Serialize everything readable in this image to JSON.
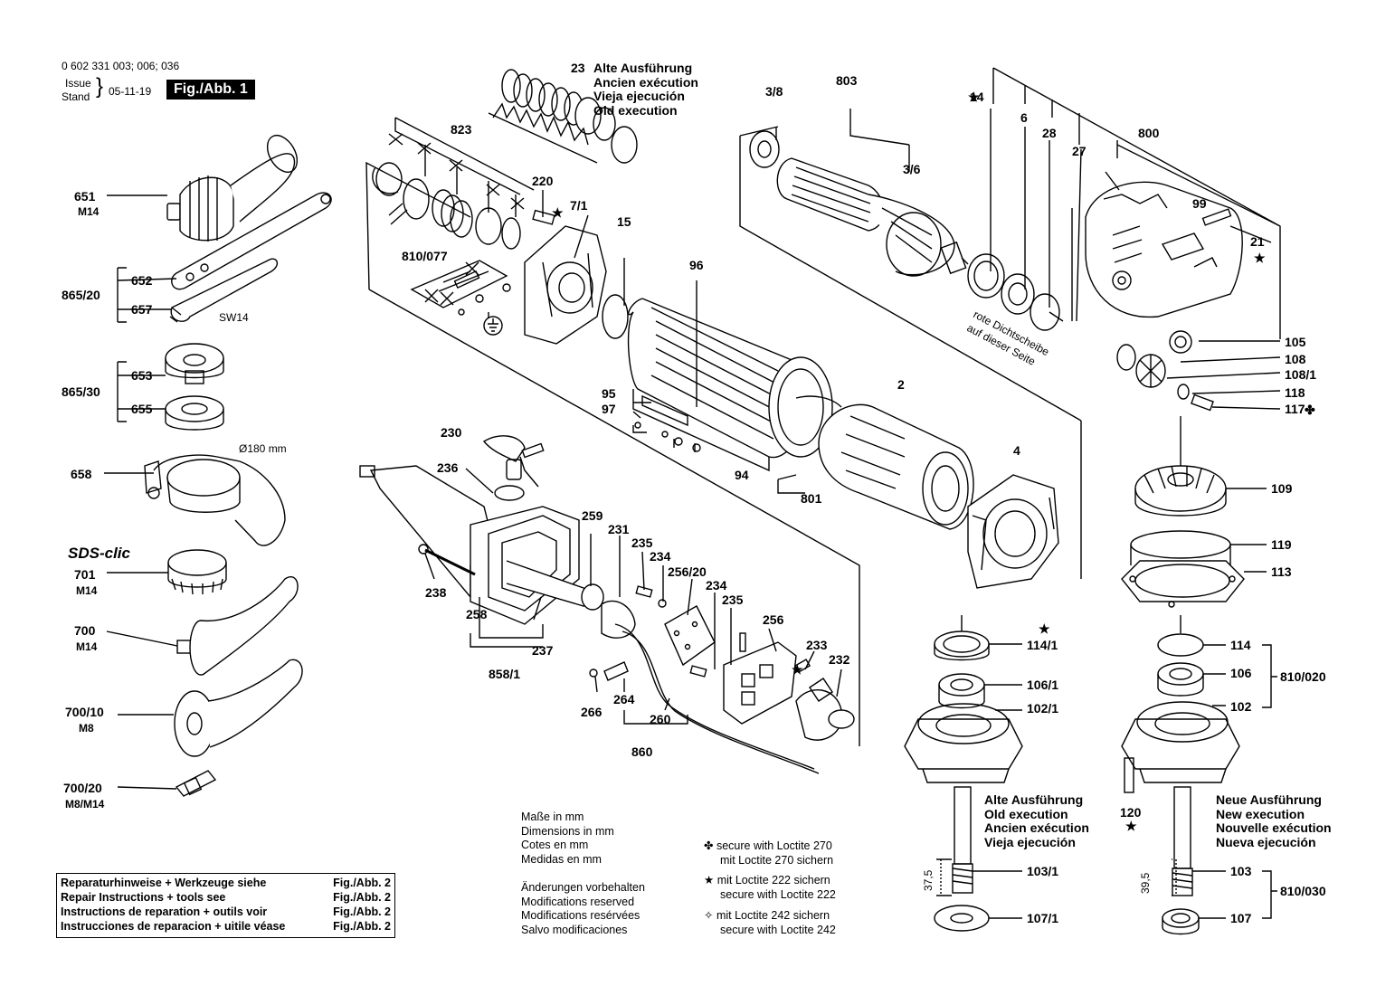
{
  "header": {
    "part_numbers": "0 602 331 003; 006; 036",
    "issue_label": "Issue",
    "stand_label": "Stand",
    "date": "05-11-19",
    "figure": "Fig./Abb. 1"
  },
  "old_execution_top": [
    "Alte Ausführung",
    "Ancien exécution",
    "Vieja ejecución",
    "Old execution"
  ],
  "sds_label": "SDS-clic",
  "seal_note": [
    "rote Dichtscheibe",
    "auf dieser Seite"
  ],
  "dimension_label": "Ø180 mm",
  "wrench_label": "SW14",
  "labels": {
    "p651": "651",
    "p651s": "M14",
    "p652": "652",
    "p657": "657",
    "p865_20": "865/20",
    "p653": "653",
    "p655": "655",
    "p865_30": "865/30",
    "p658": "658",
    "p701": "701",
    "p701s": "M14",
    "p700": "700",
    "p700s": "M14",
    "p700_10": "700/10",
    "p700_10s": "M8",
    "p700_20": "700/20",
    "p700_20s": "M8/M14",
    "p23": "23",
    "p823": "823",
    "p220": "220",
    "p7_1": "7/1",
    "p810_077": "810/077",
    "p15": "15",
    "p96": "96",
    "p95": "95",
    "p97": "97",
    "p94": "94",
    "p801": "801",
    "p3_8": "3/8",
    "p803": "803",
    "p3_6": "3/6",
    "p14": "14",
    "p6": "6",
    "p28": "28",
    "p27": "27",
    "p800": "800",
    "p99": "99",
    "p21": "21",
    "p105": "105",
    "p108": "108",
    "p108_1": "108/1",
    "p118": "118",
    "p117": "117",
    "p2": "2",
    "p4": "4",
    "p230": "230",
    "p236": "236",
    "p259": "259",
    "p231": "231",
    "p235a": "235",
    "p234a": "234",
    "p256_20": "256/20",
    "p234b": "234",
    "p235b": "235",
    "p256": "256",
    "p233": "233",
    "p232": "232",
    "p238": "238",
    "p258": "258",
    "p237": "237",
    "p858_1": "858/1",
    "p266": "266",
    "p264": "264",
    "p260": "260",
    "p860": "860",
    "p109": "109",
    "p119": "119",
    "p113": "113",
    "p114_1": "114/1",
    "p106_1": "106/1",
    "p102_1": "102/1",
    "p103_1": "103/1",
    "p107_1": "107/1",
    "p37_5": "37,5",
    "p114": "114",
    "p106": "106",
    "p102": "102",
    "p810_020": "810/020",
    "p120": "120",
    "p103": "103",
    "p107": "107",
    "p810_030": "810/030",
    "p39_5": "39,5"
  },
  "measures": [
    "Maße in mm",
    "Dimensions in mm",
    "Cotes en mm",
    "Medidas en mm"
  ],
  "modifications": [
    "Änderungen vorbehalten",
    "Modifications reserved",
    "Modifications resérvées",
    "Salvo modificaciones"
  ],
  "loctite": [
    {
      "symbol": "✤",
      "lines": [
        "secure with Loctite 270",
        "mit Loctite 270 sichern"
      ]
    },
    {
      "symbol": "★",
      "lines": [
        "mit Loctite 222 sichern",
        "secure with Loctite 222"
      ]
    },
    {
      "symbol": "✧",
      "lines": [
        "mit Loctite 242 sichern",
        "secure with Loctite 242"
      ]
    }
  ],
  "repair_box": [
    {
      "text": "Reparaturhinweise + Werkzeuge siehe",
      "ref": "Fig./Abb. 2"
    },
    {
      "text": "Repair Instructions + tools see",
      "ref": "Fig./Abb. 2"
    },
    {
      "text": "Instructions de reparation + outils voir",
      "ref": "Fig./Abb. 2"
    },
    {
      "text": "Instrucciones de reparacion + uitile véase",
      "ref": "Fig./Abb. 2"
    }
  ],
  "old_execution_bottom": [
    "Alte Ausführung",
    "Old execution",
    "Ancien exécution",
    "Vieja ejecución"
  ],
  "new_execution_bottom": [
    "Neue Ausführung",
    "New execution",
    "Nouvelle exécution",
    "Nueva ejecución"
  ]
}
